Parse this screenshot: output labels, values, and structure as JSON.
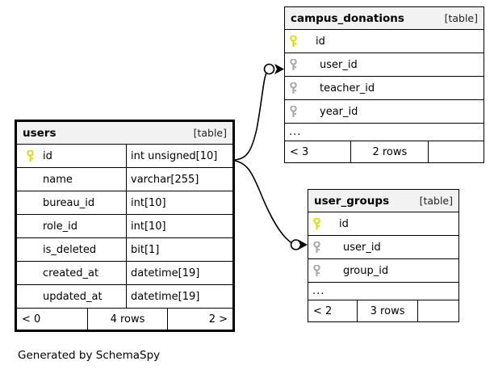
{
  "diagram": {
    "tool": "SchemaSpy",
    "caption": "Generated by SchemaSpy",
    "background": "#ffffff",
    "line_color": "#000000",
    "header_bg": "#f2f2f2",
    "pk_key_color": "#dede00",
    "fk_key_color": "#a8a8a8"
  },
  "tables": [
    {
      "id": "campus_donations",
      "name": "campus_donations",
      "kind": "[table]",
      "emphasis": false,
      "truncated": true,
      "ellipsis": "...",
      "columns": [
        {
          "name": "id",
          "type": "",
          "key": "pk",
          "key_icon": "primary-key-icon"
        },
        {
          "name": "user_id",
          "type": "",
          "key": "fk",
          "key_icon": "foreign-key-icon"
        },
        {
          "name": "teacher_id",
          "type": "",
          "key": "fk",
          "key_icon": "foreign-key-icon"
        },
        {
          "name": "year_id",
          "type": "",
          "key": "fk",
          "key_icon": "foreign-key-icon"
        }
      ],
      "footer": {
        "left": "< 3",
        "middle": "2 rows",
        "right": ""
      }
    },
    {
      "id": "users",
      "name": "users",
      "kind": "[table]",
      "emphasis": true,
      "truncated": false,
      "ellipsis": "",
      "columns": [
        {
          "name": "id",
          "type": "int unsigned[10]",
          "key": "pk",
          "key_icon": "primary-key-icon"
        },
        {
          "name": "name",
          "type": "varchar[255]",
          "key": "none",
          "key_icon": ""
        },
        {
          "name": "bureau_id",
          "type": "int[10]",
          "key": "none",
          "key_icon": ""
        },
        {
          "name": "role_id",
          "type": "int[10]",
          "key": "none",
          "key_icon": ""
        },
        {
          "name": "is_deleted",
          "type": "bit[1]",
          "key": "none",
          "key_icon": ""
        },
        {
          "name": "created_at",
          "type": "datetime[19]",
          "key": "none",
          "key_icon": ""
        },
        {
          "name": "updated_at",
          "type": "datetime[19]",
          "key": "none",
          "key_icon": ""
        }
      ],
      "footer": {
        "left": "< 0",
        "middle": "4 rows",
        "right": "2 >"
      }
    },
    {
      "id": "user_groups",
      "name": "user_groups",
      "kind": "[table]",
      "emphasis": false,
      "truncated": true,
      "ellipsis": "...",
      "columns": [
        {
          "name": "id",
          "type": "",
          "key": "pk",
          "key_icon": "primary-key-icon"
        },
        {
          "name": "user_id",
          "type": "",
          "key": "fk",
          "key_icon": "foreign-key-icon"
        },
        {
          "name": "group_id",
          "type": "",
          "key": "fk",
          "key_icon": "foreign-key-icon"
        }
      ],
      "footer": {
        "left": "< 2",
        "middle": "3 rows",
        "right": ""
      }
    }
  ],
  "relationships": [
    {
      "from_table": "users",
      "from_column": "id",
      "to_table": "campus_donations",
      "to_column": "user_id",
      "cardinality": "zero-or-more"
    },
    {
      "from_table": "users",
      "from_column": "id",
      "to_table": "user_groups",
      "to_column": "user_id",
      "cardinality": "zero-or-more"
    }
  ]
}
